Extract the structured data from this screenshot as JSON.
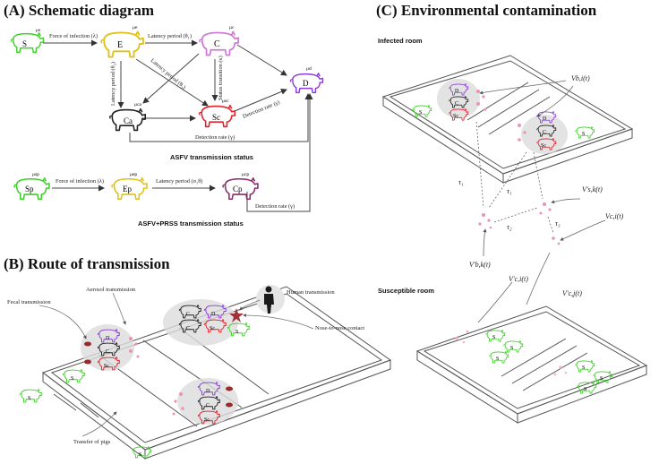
{
  "panels": {
    "a": {
      "title": "(A) Schematic diagram",
      "nodes": {
        "S": "S",
        "E": "E",
        "C": "C",
        "Ca": "Ca",
        "Sc": "Sc",
        "D": "D",
        "Sp": "Sp",
        "Ep": "Ep",
        "Cp": "Cp"
      },
      "mu": {
        "S": "μs",
        "E": "μe",
        "C": "μc",
        "Ca": "μca",
        "Sc": "μsc",
        "D": "μd",
        "Sp": "μsp",
        "Ep": "μep",
        "Cp": "μcp"
      },
      "edges": {
        "s_e": "Force of infection (λ)",
        "e_c": "Latency period (θ₁)",
        "e_ca": "Latency period (θ₂)",
        "e_sc": "Latency period (θ₃)",
        "c_sc": "Status transition (κ)",
        "sc_d": "Detection rate (γ)",
        "ca_d": "Detection rate (γ)",
        "sp_ep": "Force of infection (λ)",
        "ep_cp": "Latency period (σ₁θ)",
        "cp_d": "Detection rate (γ)"
      },
      "status1": "ASFV transmission status",
      "status2": "ASFV+PRSS  transmission status",
      "colors": {
        "S": "#3fcf2a",
        "E": "#e0c21a",
        "C": "#d07ad8",
        "Ca": "#222222",
        "Sc": "#e8202a",
        "D": "#8b3ed8",
        "Cp": "#8b2a6a"
      }
    },
    "b": {
      "title": "(B) Route of transmission",
      "labels": {
        "aerosol": "Aerosol transmission",
        "fecal": "Fecal transmission",
        "human": "Human transmission",
        "nose": "Nose-to-nose contact",
        "transfer": "Transfer of pigs"
      },
      "pigs": {
        "D": "D",
        "C": "C",
        "Sc": "Sc",
        "S": "S"
      }
    },
    "c": {
      "title": "(C) Environmental contamination",
      "infected_room": "Infected room",
      "susceptible_room": "Susceptible room",
      "labels": {
        "v_b_i": "Vb,i(t)",
        "v_s_k": "V's,k(t)",
        "v_c_i": "Vc,i(t)",
        "v_b_k": "V'b,k(t)",
        "v_c_i_prime": "V'c,i(t)",
        "v_c_j_prime": "V'c,j(t)",
        "tau1a": "τ₁",
        "tau1b": "τ₁",
        "tau2": "τ₂",
        "tau3": "τ₃"
      },
      "pigs": {
        "D": "D",
        "C": "C",
        "Sc": "Sc",
        "S": "S"
      }
    }
  }
}
